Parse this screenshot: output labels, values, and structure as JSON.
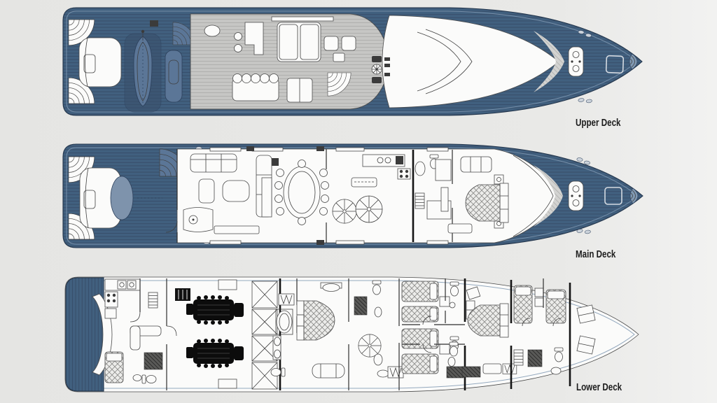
{
  "page": {
    "type": "yacht-general-arrangement-plan"
  },
  "decks": [
    {
      "id": "upper-deck",
      "label": "Upper Deck"
    },
    {
      "id": "main-deck",
      "label": "Main Deck"
    },
    {
      "id": "lower-deck",
      "label": "Lower Deck"
    }
  ],
  "colors": {
    "background": "#e8e8e6",
    "background_right": "#f2f2f1",
    "hull_blue": "#41607f",
    "hull_blue_dark": "#384f6b",
    "hull_blue_light": "#8099b3",
    "accent_blue_mid": "#5b7697",
    "pale_blue": "#7e93ac",
    "teak_gray": "#c6c6c4",
    "teak_gray_line": "#b0b0ae",
    "white": "#fbfbfa",
    "line": "#3f3f3f"
  }
}
